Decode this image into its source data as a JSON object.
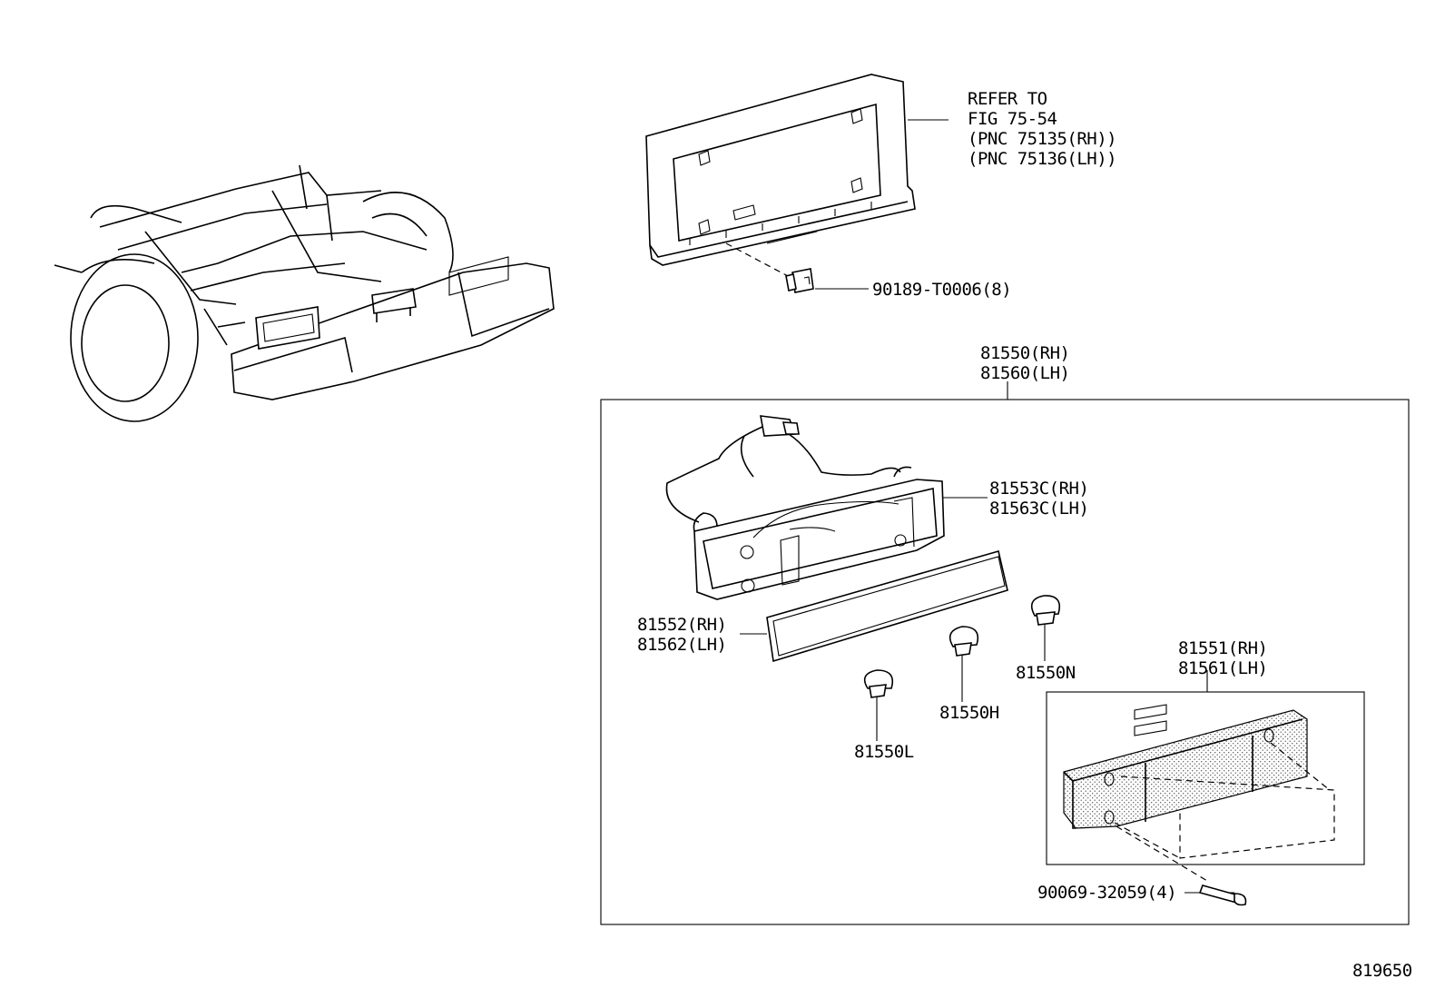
{
  "diagram_code": "819650",
  "refer_note": {
    "line1": "REFER TO",
    "line2": "FIG 75-54",
    "line3": "(PNC 75135(RH))",
    "line4": "(PNC 75136(LH))"
  },
  "parts": {
    "clip": "90189-T0006(8)",
    "assembly_rh": "81550(RH)",
    "assembly_lh": "81560(LH)",
    "housing_rh": "81553C(RH)",
    "housing_lh": "81563C(LH)",
    "gasket_rh": "81552(RH)",
    "gasket_lh": "81562(LH)",
    "bulb_n": "81550N",
    "bulb_h": "81550H",
    "bulb_l": "81550L",
    "lens_rh": "81551(RH)",
    "lens_lh": "81561(LH)",
    "screw": "90069-32059(4)"
  },
  "colors": {
    "ink": "#000000",
    "paper": "#ffffff"
  }
}
